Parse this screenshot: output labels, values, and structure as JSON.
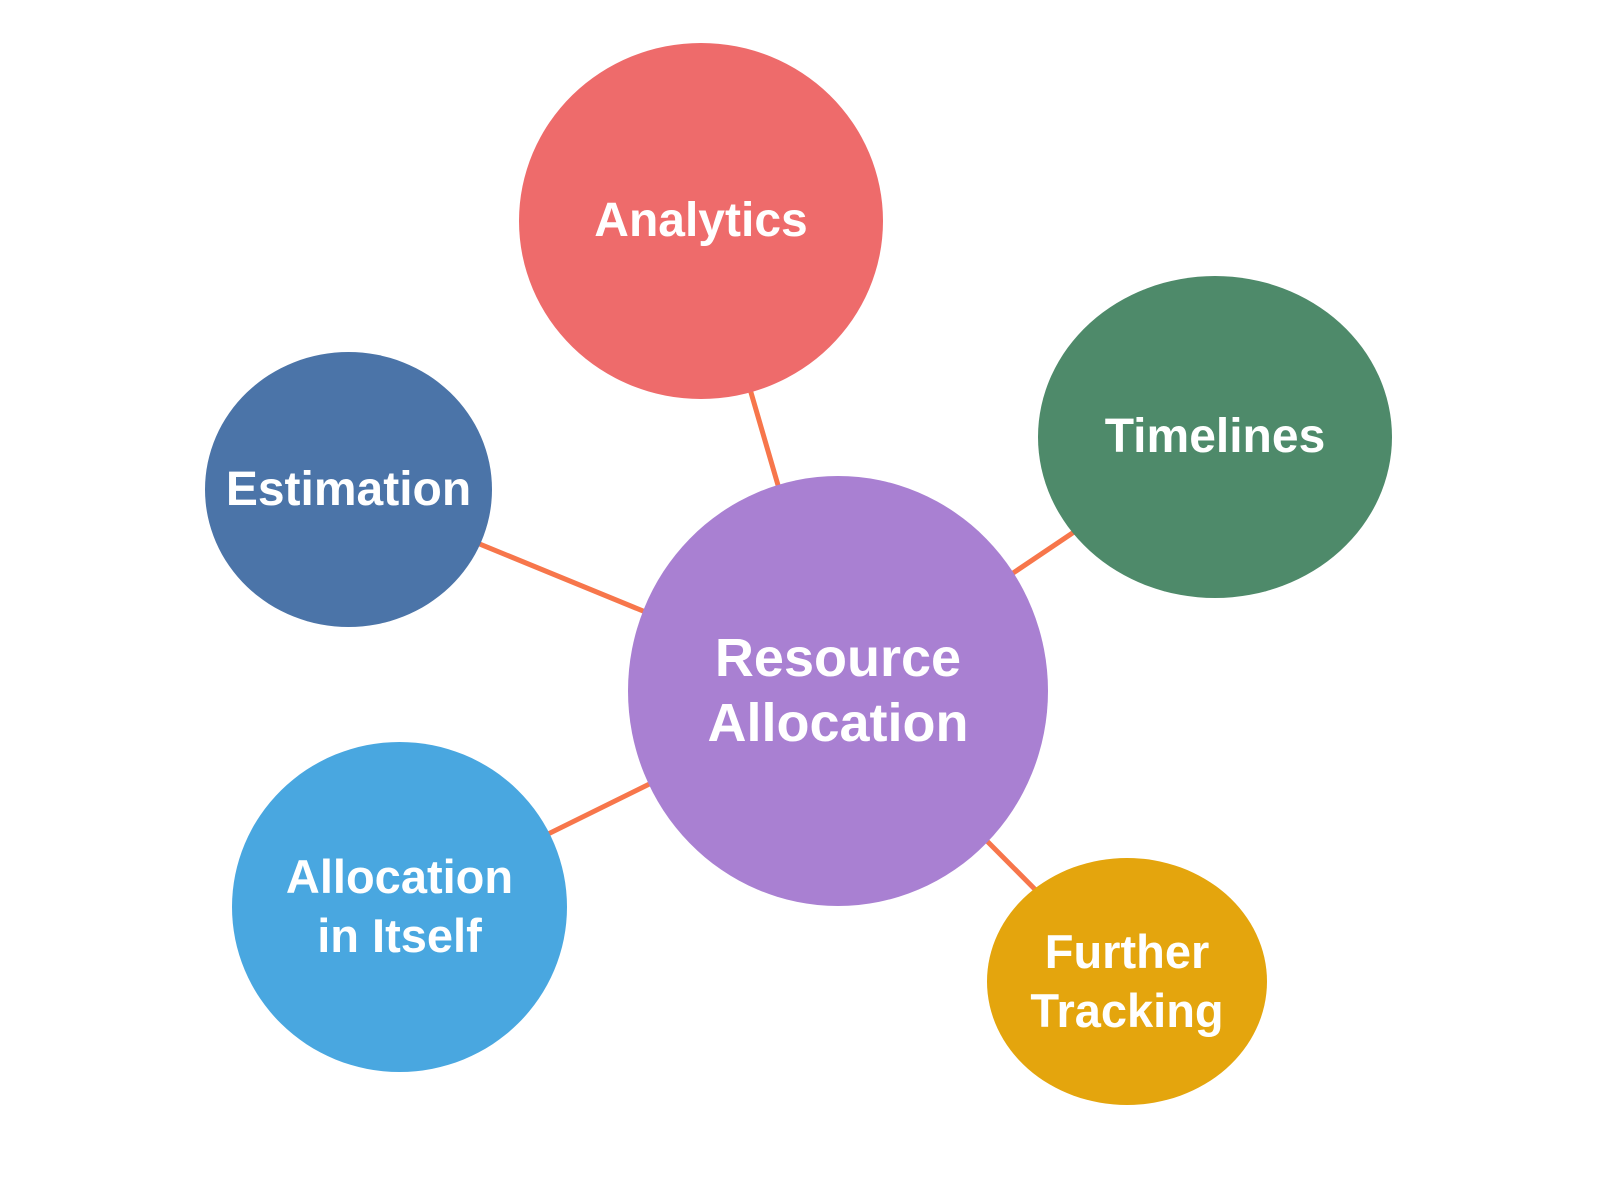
{
  "diagram": {
    "type": "mind-map",
    "background_color": "#FFFFFF",
    "connector_color": "#F7764B",
    "text_color": "#FFFFFF",
    "nodes": [
      {
        "id": "resource-allocation",
        "label": "Resource\nAllocation",
        "role": "center",
        "color": "#A980D2"
      },
      {
        "id": "analytics",
        "label": "Analytics",
        "role": "satellite",
        "color": "#EE6B6B"
      },
      {
        "id": "timelines",
        "label": "Timelines",
        "role": "satellite",
        "color": "#4E8A6A"
      },
      {
        "id": "estimation",
        "label": "Estimation",
        "role": "satellite",
        "color": "#4B74A8"
      },
      {
        "id": "allocation-in-itself",
        "label": "Allocation\nin Itself",
        "role": "satellite",
        "color": "#49A7E0"
      },
      {
        "id": "further-tracking",
        "label": "Further\nTracking",
        "role": "satellite",
        "color": "#E4A50D"
      }
    ],
    "edges": [
      {
        "from": "resource-allocation",
        "to": "analytics"
      },
      {
        "from": "resource-allocation",
        "to": "timelines"
      },
      {
        "from": "resource-allocation",
        "to": "estimation"
      },
      {
        "from": "resource-allocation",
        "to": "allocation-in-itself"
      },
      {
        "from": "resource-allocation",
        "to": "further-tracking"
      }
    ]
  }
}
